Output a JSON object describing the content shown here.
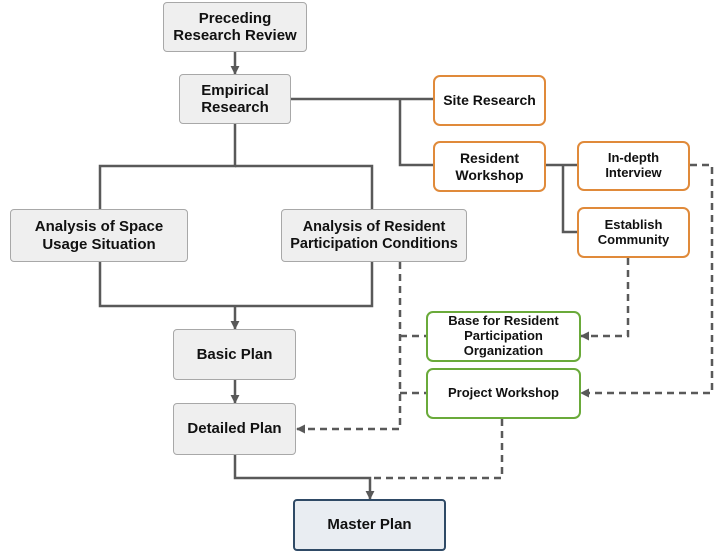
{
  "nodes": {
    "preceding": "Preceding Research Review",
    "empirical": "Empirical Research",
    "site": "Site Research",
    "workshop": "Resident Workshop",
    "interview": "In-depth Interview",
    "community": "Establish Community",
    "space": "Analysis of Space Usage Situation",
    "conditions": "Analysis of Resident Participation Conditions",
    "base": "Base for Resident Participation Organization",
    "project": "Project Workshop",
    "basic": "Basic Plan",
    "detailed": "Detailed Plan",
    "master": "Master Plan"
  },
  "colors": {
    "line": "#595959",
    "gray_fill": "#efefef",
    "orange_border": "#e08a3a",
    "green_border": "#6aaa3a",
    "navy_border": "#2f4a66"
  }
}
